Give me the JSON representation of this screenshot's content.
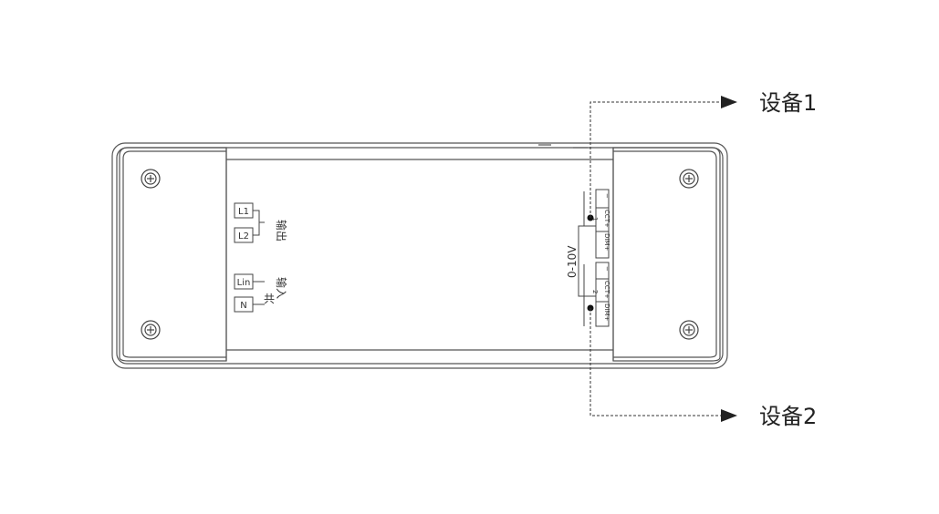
{
  "terminals_left": {
    "output": {
      "l1": "L1",
      "l2": "L2",
      "label": "输出"
    },
    "input": {
      "lin": "Lin",
      "n": "N",
      "label_top": "输入",
      "label_bottom": "共"
    }
  },
  "terminals_right": {
    "group_label": "0-10V",
    "block1": {
      "number": "1",
      "pins": [
        "DIM+",
        "CCT+",
        "−"
      ]
    },
    "block2": {
      "number": "2",
      "pins": [
        "DIM+",
        "CCT+",
        "−"
      ]
    }
  },
  "devices": {
    "device1": "设备1",
    "device2": "设备2"
  },
  "icons": [
    "screw-icon",
    "arrow-right-icon"
  ]
}
